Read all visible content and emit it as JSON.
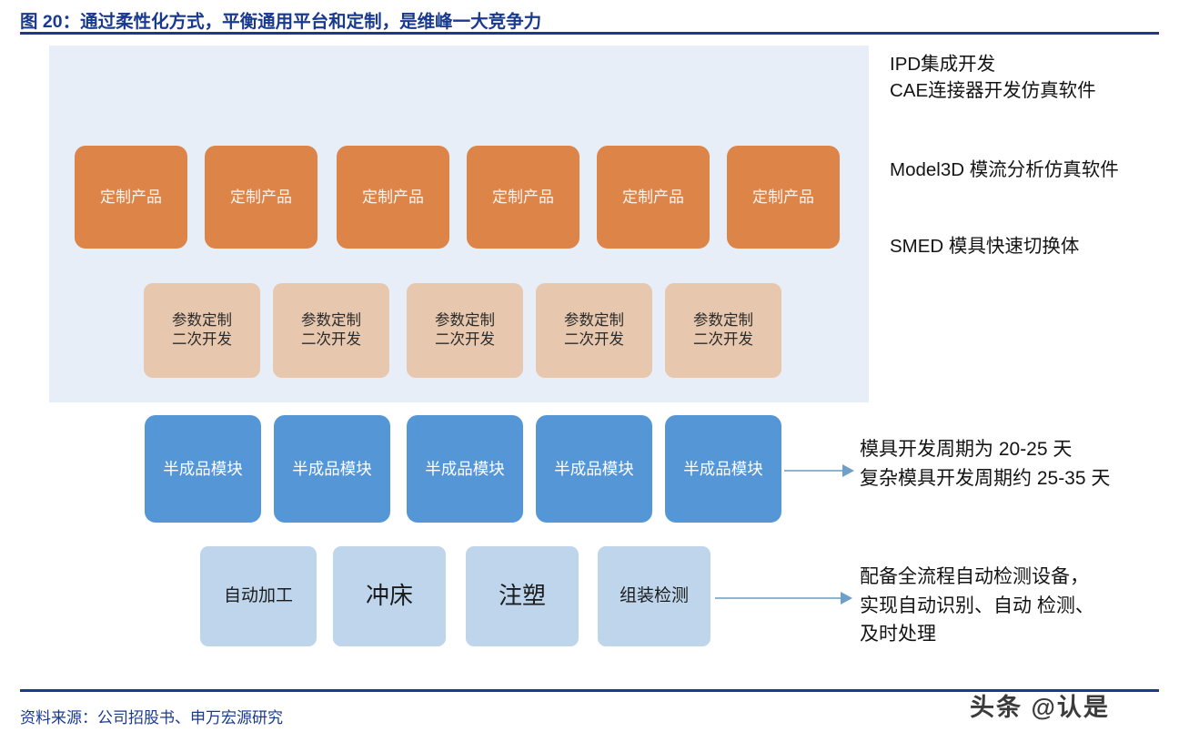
{
  "header": {
    "title": "图 20：通过柔性化方式，平衡通用平台和定制，是维峰一大竞争力"
  },
  "footer": {
    "source": "资料来源：公司招股书、申万宏源研究",
    "watermark": "头条 @认是"
  },
  "diagram": {
    "rows": {
      "custom_products": {
        "label": "定制产品",
        "count": 6,
        "color": "#dd8449",
        "items": [
          {
            "label": "定制产品"
          },
          {
            "label": "定制产品"
          },
          {
            "label": "定制产品"
          },
          {
            "label": "定制产品"
          },
          {
            "label": "定制产品"
          },
          {
            "label": "定制产品"
          }
        ]
      },
      "parametric_custom": {
        "label": "参数定制\n二次开发",
        "count": 5,
        "color": "#e7c7ad",
        "items": [
          {
            "label": "参数定制\n二次开发"
          },
          {
            "label": "参数定制\n二次开发"
          },
          {
            "label": "参数定制\n二次开发"
          },
          {
            "label": "参数定制\n二次开发"
          },
          {
            "label": "参数定制\n二次开发"
          }
        ]
      },
      "semi_finished_modules": {
        "label": "半成品模块",
        "count": 5,
        "color": "#5596d7",
        "items": [
          {
            "label": "半成品模块"
          },
          {
            "label": "半成品模块"
          },
          {
            "label": "半成品模块"
          },
          {
            "label": "半成品模块"
          },
          {
            "label": "半成品模块"
          }
        ]
      },
      "processes": {
        "count": 4,
        "color": "#bed5ec",
        "items": [
          {
            "label": "自动加工"
          },
          {
            "label": "冲床"
          },
          {
            "label": "注塑"
          },
          {
            "label": "组装检测"
          }
        ]
      }
    },
    "notes": {
      "note1": "IPD集成开发\nCAE连接器开发仿真软件",
      "note2": "Model3D 模流分析仿真软件",
      "note3": "SMED 模具快速切换体",
      "note4": "模具开发周期为 20-25 天\n复杂模具开发周期约 25-35 天",
      "note5": "配备全流程自动检测设备，\n实现自动识别、自动 检测、\n及时处理"
    }
  },
  "colors": {
    "brand_blue": "#1a3a8f",
    "orange": "#dd8449",
    "tan": "#e7c7ad",
    "blue": "#5596d7",
    "light_blue": "#bed5ec",
    "panel_bg": "#e8eef7",
    "arrow": "#8fb4cf"
  }
}
